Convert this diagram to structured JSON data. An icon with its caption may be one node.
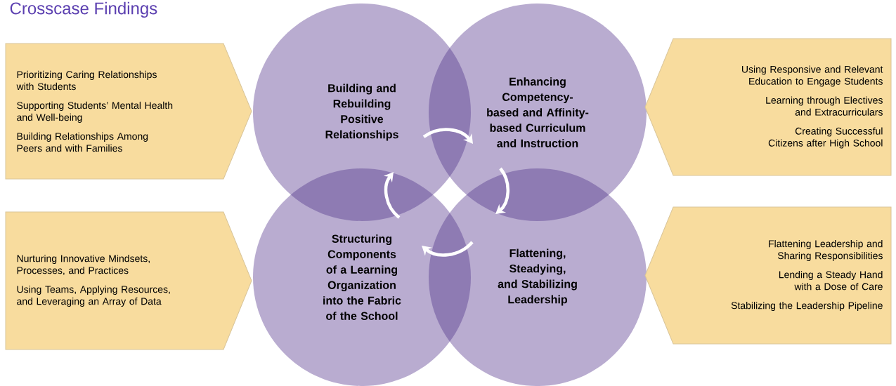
{
  "diagram": {
    "title": "Crosscase Findings",
    "nodes": [
      {
        "text": [
          "Building and Rebuilding Positive Relationships"
        ]
      },
      {
        "text": [
          "Enhancing Competency-based and Affinity-based Curriculum and Instruction"
        ]
      },
      {
        "text": [
          "Structuring Components of a Learning Organization into the Fabric of the School"
        ]
      },
      {
        "text": [
          "Flattening, Steadying, and Stabilizing Leadership"
        ]
      },
      {
        "text": [
          "Prioritizing Caring Relationships with Students",
          "Supporting Students’ Mental Health and Well-being",
          "Building Relationships Among Peers and with Families"
        ]
      },
      {
        "text": [
          "Using Responsive and Relevant Education to Engage Students",
          "Learning through Electives and Extracurriculars",
          "Creating Successful Citizens after High School"
        ]
      },
      {
        "text": [
          "Nurturing Innovative Mindsets, Processes, and Practices",
          "Using Teams, Applying Resources, and Leveraging an Array of Data"
        ]
      },
      {
        "text": [
          "Flattening Leadership and Sharing Responsibilities",
          "Lending a Steady Hand with a Dose of Care",
          "Stabilizing the Leadership Pipeline"
        ]
      }
    ],
    "edges": [
      {
        "from": 0,
        "to": 1,
        "arrow": "to"
      },
      {
        "from": 1,
        "to": 3,
        "arrow": "to"
      },
      {
        "from": 3,
        "to": 2,
        "arrow": "to"
      },
      {
        "from": 2,
        "to": 0,
        "arrow": "to"
      }
    ]
  }
}
